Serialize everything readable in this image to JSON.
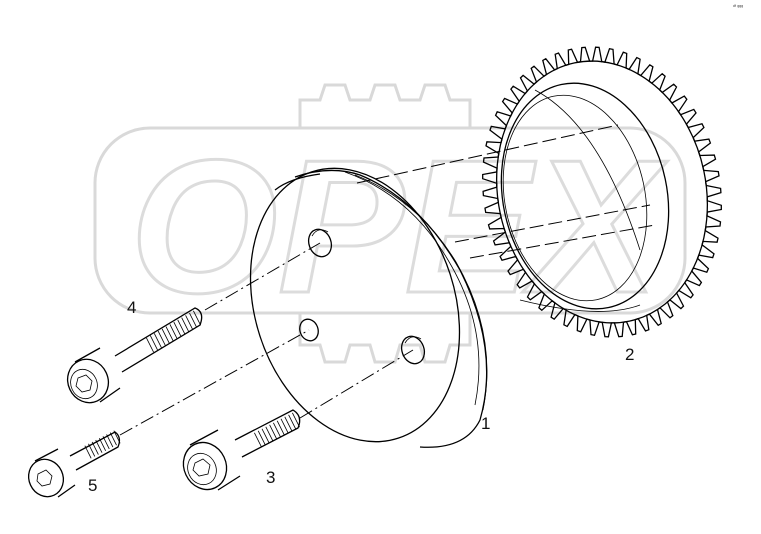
{
  "watermark": {
    "text": "OPEX"
  },
  "corner_code": "ᵈᶠ ᵍᵍᵍ",
  "callouts": {
    "part_1": "1",
    "part_2": "2",
    "part_3": "3",
    "part_4": "4",
    "part_5": "5"
  }
}
